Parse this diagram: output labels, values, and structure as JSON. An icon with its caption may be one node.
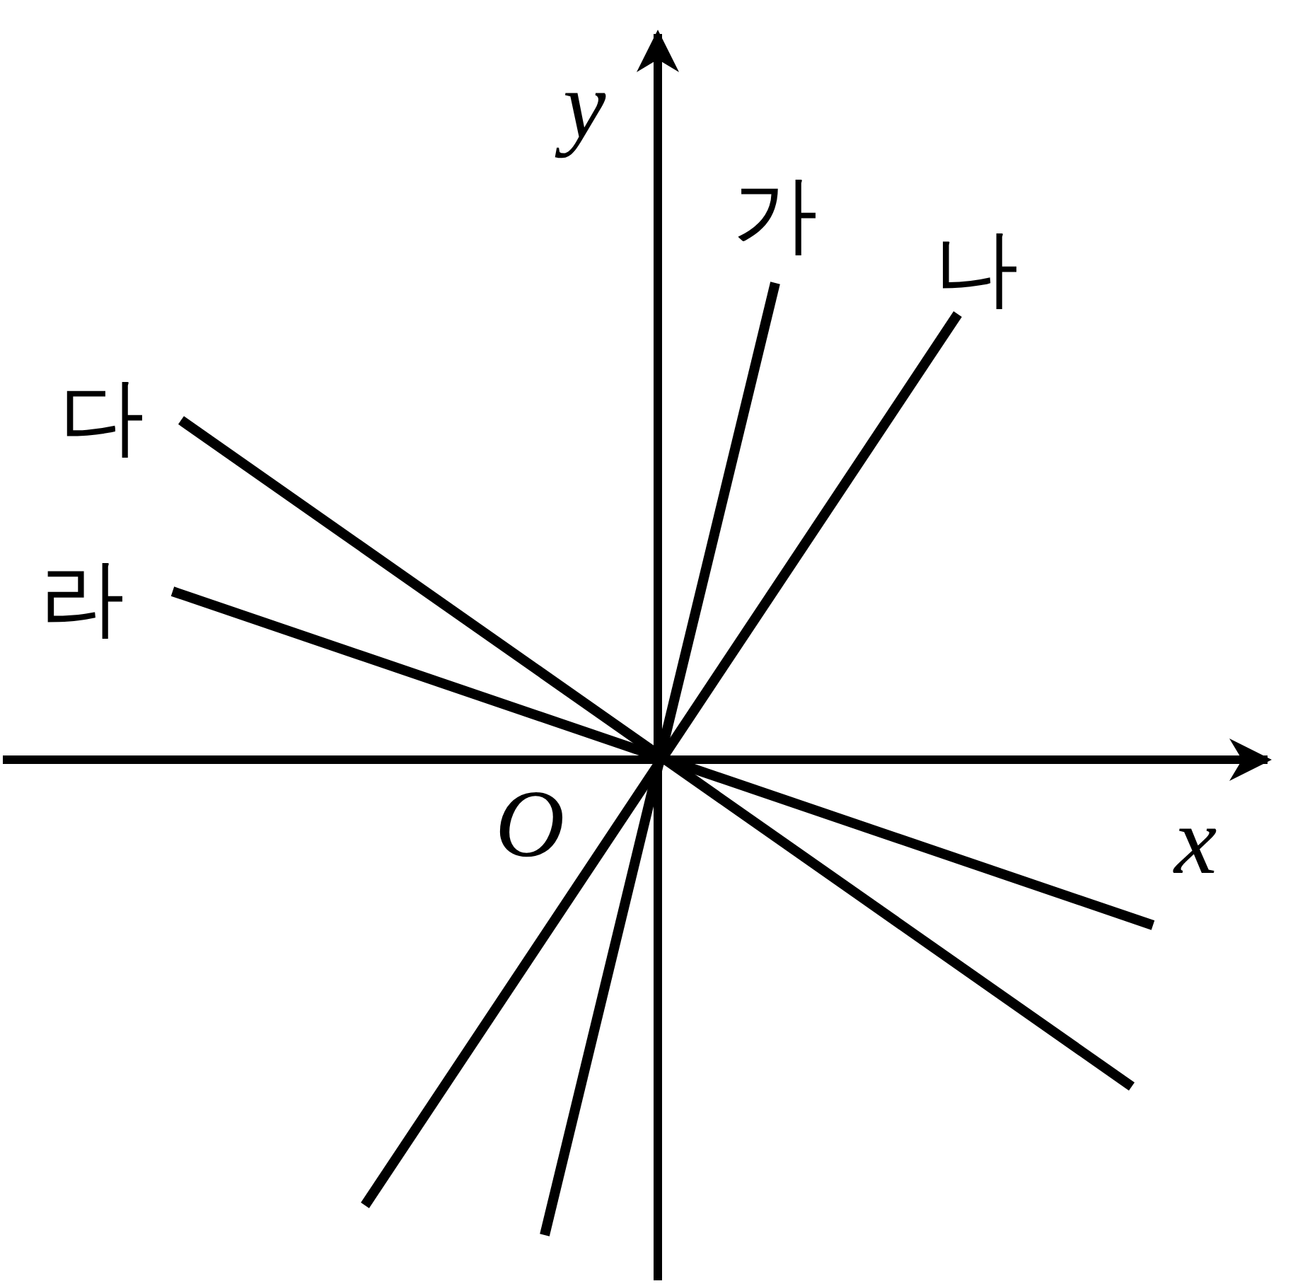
{
  "diagram": {
    "labels": [
      "y",
      "가",
      "나",
      "다",
      "라",
      "O",
      "x"
    ]
  }
}
